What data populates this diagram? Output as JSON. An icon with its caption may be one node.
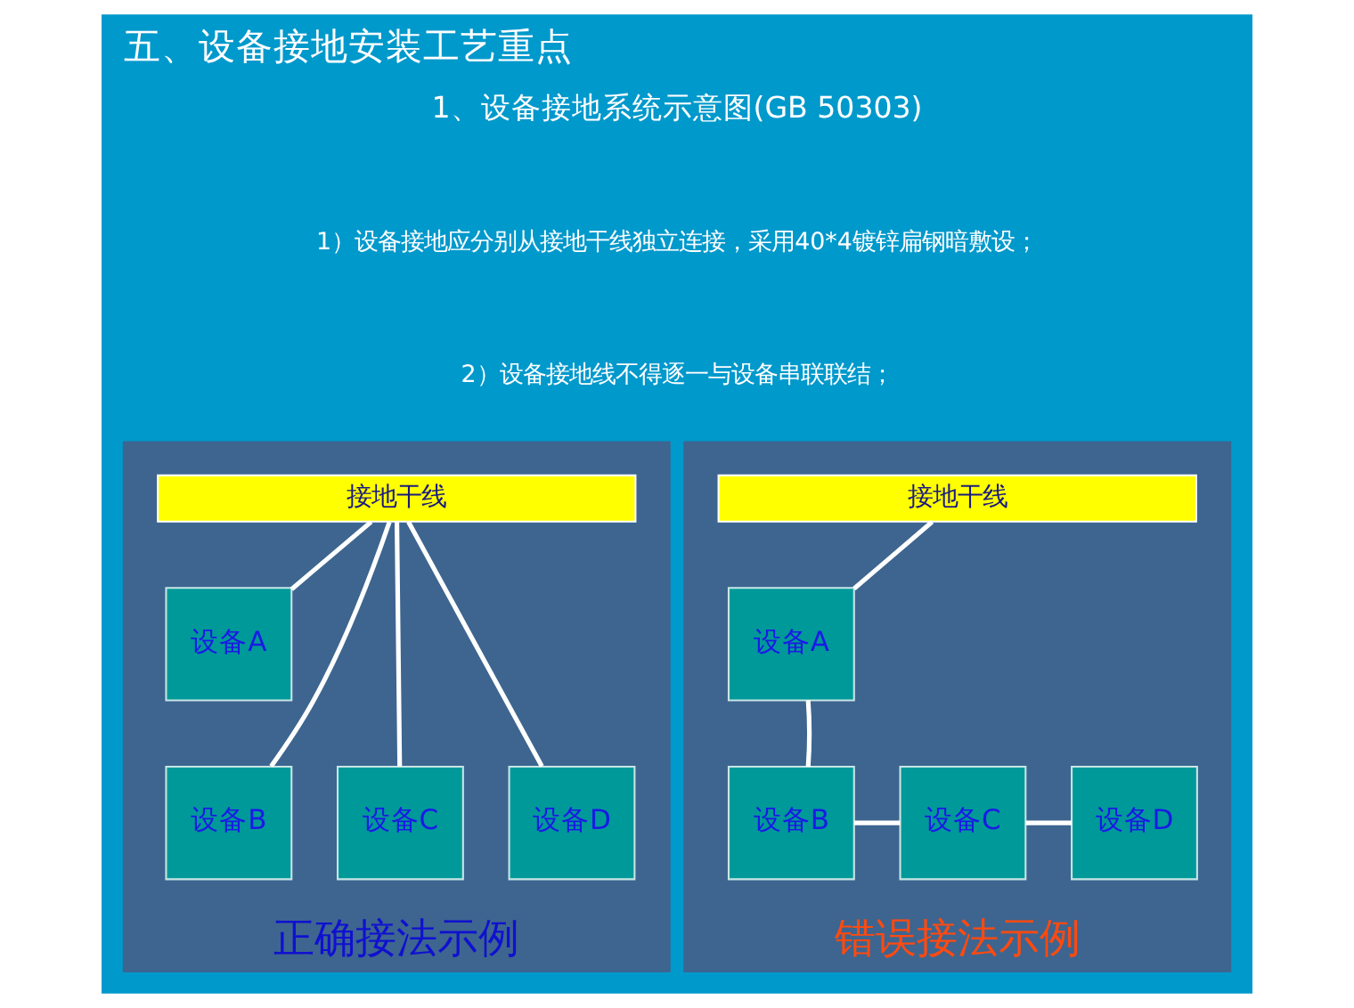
{
  "diagram": {
    "title": "五、设备接地安装工艺重点",
    "nodes": [
      {
        "text": [
          "正确接法示例"
        ]
      },
      {
        "text": [
          "接地干线"
        ],
        "in": 0
      },
      {
        "text": [
          "设备A"
        ],
        "in": 0
      },
      {
        "text": [
          "设备B"
        ],
        "in": 0
      },
      {
        "text": [
          "设备C"
        ],
        "in": 0
      },
      {
        "text": [
          "设备D"
        ],
        "in": 0
      },
      {
        "text": [
          "错误接法示例"
        ]
      },
      {
        "text": [
          "接地干线"
        ],
        "in": 6
      },
      {
        "text": [
          "设备A"
        ],
        "in": 6
      },
      {
        "text": [
          "设备B"
        ],
        "in": 6
      },
      {
        "text": [
          "设备C"
        ],
        "in": 6
      },
      {
        "text": [
          "设备D"
        ],
        "in": 6
      }
    ],
    "edges": [
      {
        "from": 1,
        "to": 2,
        "arrow": "none"
      },
      {
        "from": 1,
        "to": 3,
        "arrow": "none"
      },
      {
        "from": 1,
        "to": 4,
        "arrow": "none"
      },
      {
        "from": 1,
        "to": 5,
        "arrow": "none"
      },
      {
        "from": 7,
        "to": 8,
        "arrow": "none"
      },
      {
        "from": 8,
        "to": 9,
        "arrow": "none"
      },
      {
        "from": 9,
        "to": 10,
        "arrow": "none"
      },
      {
        "from": 10,
        "to": 11,
        "arrow": "none"
      }
    ],
    "labels": [
      "1、设备接地系统示意图(GB 50303)",
      "1）设备接地应分别从接地干线独立连接，采用40*4镀锌扁钢暗敷设；",
      "2）设备接地线不得逐一与设备串联联结；"
    ]
  }
}
